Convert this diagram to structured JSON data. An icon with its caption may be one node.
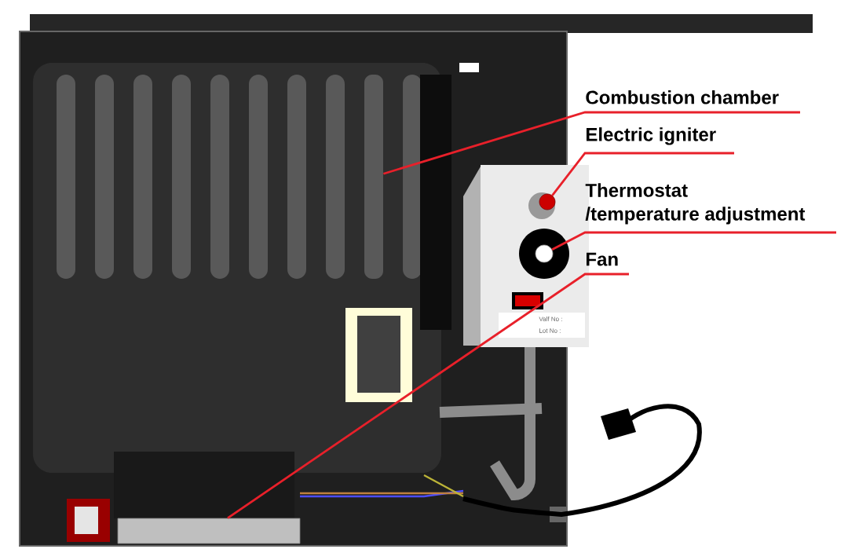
{
  "diagram": {
    "nodes": [
      {
        "text": [
          "Combustion chamber"
        ]
      },
      {
        "text": [
          "Electric igniter"
        ]
      },
      {
        "text": [
          "Thermostat /temperature adjustment"
        ]
      },
      {
        "text": [
          "Fan"
        ]
      },
      {
        "text": [],
        "shape": "box"
      },
      {
        "text": [],
        "shape": "circle"
      },
      {
        "text": [],
        "shape": "circle"
      },
      {
        "text": [],
        "shape": "box"
      }
    ],
    "edges": [
      {
        "from": 0,
        "to": 4,
        "arrow": "none"
      },
      {
        "from": 1,
        "to": 5,
        "arrow": "none"
      },
      {
        "from": 2,
        "to": 6,
        "arrow": "none"
      },
      {
        "from": 3,
        "to": 7,
        "arrow": "none"
      }
    ],
    "labels": [
      "Valf No :",
      "Lot No :"
    ]
  }
}
